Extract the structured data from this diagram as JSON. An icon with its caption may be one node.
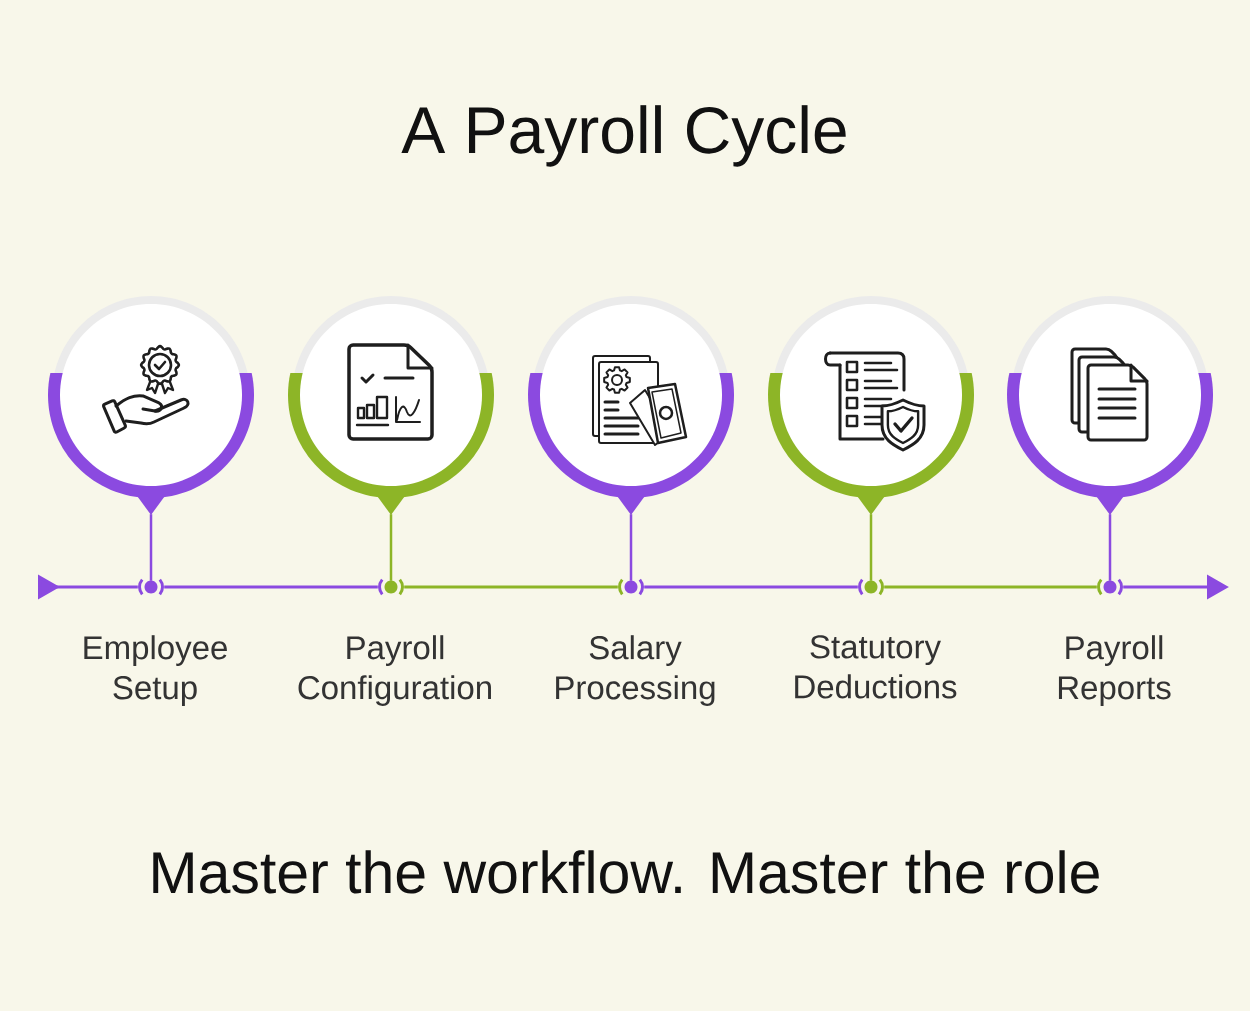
{
  "diagram": {
    "title": "A Payroll Cycle",
    "caption": "Master the workflow. Master the role",
    "nodes": [
      {
        "text": [],
        "shape": "circle"
      },
      {
        "text": [],
        "shape": "circle"
      },
      {
        "text": [],
        "shape": "circle"
      },
      {
        "text": [],
        "shape": "circle"
      },
      {
        "text": [],
        "shape": "circle"
      },
      {
        "text": [],
        "shape": "circle",
        "beside": [
          "Employee Setup"
        ]
      },
      {
        "text": [],
        "shape": "circle",
        "beside": [
          "Payroll Configuration"
        ]
      },
      {
        "text": [],
        "shape": "circle",
        "beside": [
          "Salary Processing"
        ]
      },
      {
        "text": [],
        "shape": "circle",
        "beside": [
          "Statutory Deductions"
        ]
      },
      {
        "text": [],
        "shape": "circle",
        "beside": [
          "Payroll Reports"
        ]
      }
    ],
    "edges": [
      {
        "from": null,
        "to": 5,
        "arrow": "to"
      },
      {
        "from": 5,
        "to": 6,
        "arrow": "none"
      },
      {
        "from": 6,
        "to": 7,
        "arrow": "none",
        "color": "#8db527"
      },
      {
        "from": 7,
        "to": 8,
        "arrow": "none"
      },
      {
        "from": 8,
        "to": 9,
        "arrow": "none",
        "color": "#8db527"
      },
      {
        "from": 9,
        "to": null,
        "arrow": "to"
      },
      {
        "from": 0,
        "to": 5,
        "arrow": "none"
      },
      {
        "from": 1,
        "to": 6,
        "arrow": "none",
        "color": "#8db527"
      },
      {
        "from": 2,
        "to": 7,
        "arrow": "none"
      },
      {
        "from": 3,
        "to": 8,
        "arrow": "none",
        "color": "#8db527"
      },
      {
        "from": 4,
        "to": 9,
        "arrow": "none"
      }
    ]
  }
}
